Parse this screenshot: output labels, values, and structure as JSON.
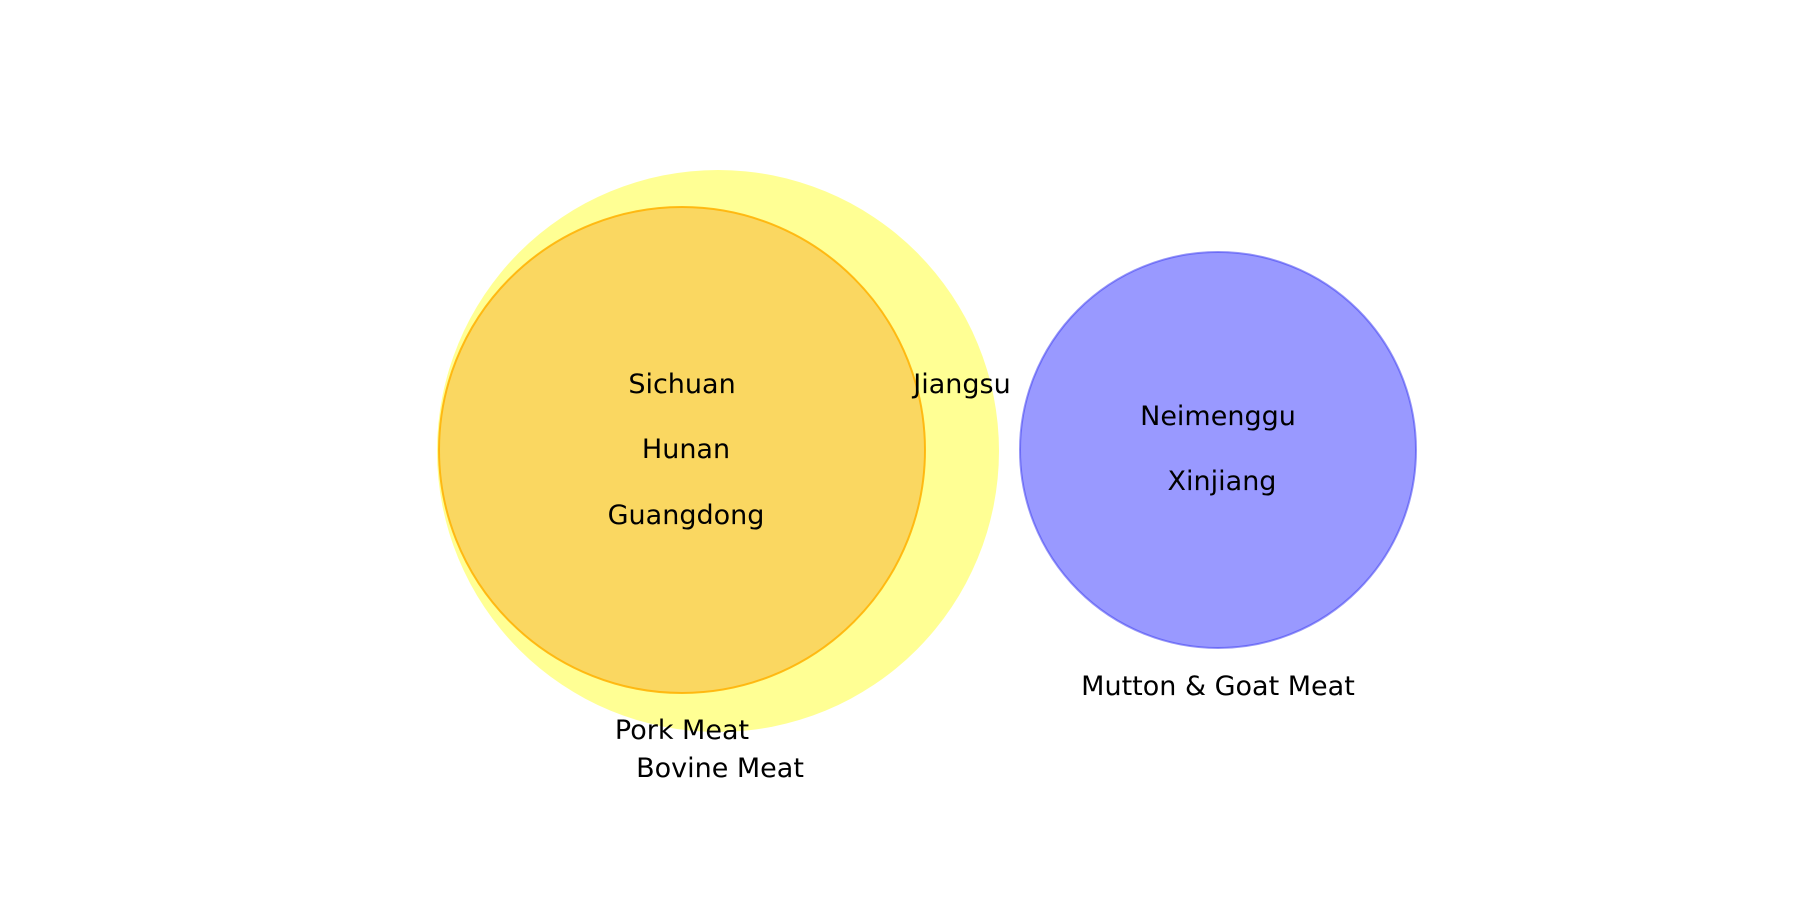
{
  "sets": [
    {
      "name": "Bovine Meat",
      "color": "#FFFF00",
      "members": [
        "Jiangsu"
      ]
    },
    {
      "name": "Pork Meat",
      "color": "#FFA500",
      "members": [
        "Sichuan",
        "Hunan",
        "Guangdong"
      ]
    },
    {
      "name": "Mutton & Goat Meat",
      "color": "#3333FF",
      "members": [
        "Neimenggu",
        "Xinjiang"
      ]
    }
  ]
}
